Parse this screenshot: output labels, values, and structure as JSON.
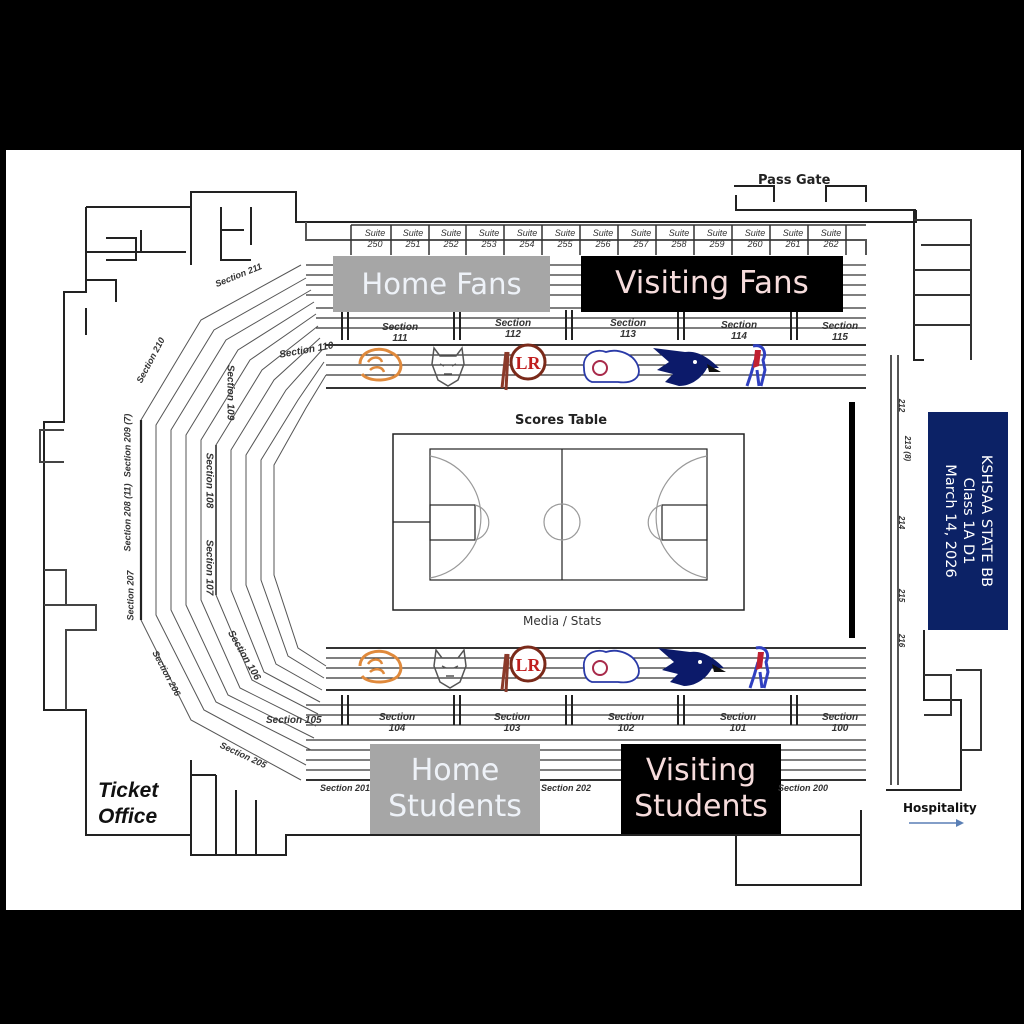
{
  "map": {
    "title": "KSHSAA STATE BB",
    "subtitle": "Class 1A D1",
    "date": "March 14, 2026",
    "banner_color": "#0c2266",
    "landmarks": {
      "pass_gate": "Pass Gate",
      "scores_table": "Scores Table",
      "media_stats": "Media / Stats",
      "ticket_office_line1": "Ticket",
      "ticket_office_line2": "Office",
      "hospitality": "Hospitality"
    },
    "zones": {
      "home_fans": "Home Fans",
      "visiting_fans": "Visiting Fans",
      "home_students_line1": "Home",
      "home_students_line2": "Students",
      "visiting_students_line1": "Visiting",
      "visiting_students_line2": "Students",
      "home_color": "#a6a6a6",
      "visiting_color": "#000000"
    },
    "suites": [
      {
        "label": "Suite",
        "num": "250"
      },
      {
        "label": "Suite",
        "num": "251"
      },
      {
        "label": "Suite",
        "num": "252"
      },
      {
        "label": "Suite",
        "num": "253"
      },
      {
        "label": "Suite",
        "num": "254"
      },
      {
        "label": "Suite",
        "num": "255"
      },
      {
        "label": "Suite",
        "num": "256"
      },
      {
        "label": "Suite",
        "num": "257"
      },
      {
        "label": "Suite",
        "num": "258"
      },
      {
        "label": "Suite",
        "num": "259"
      },
      {
        "label": "Suite",
        "num": "260"
      },
      {
        "label": "Suite",
        "num": "261"
      },
      {
        "label": "Suite",
        "num": "262"
      }
    ],
    "upper_sections_north": [
      {
        "label": "Section",
        "num": "111"
      },
      {
        "label": "Section",
        "num": "112"
      },
      {
        "label": "Section",
        "num": "113"
      },
      {
        "label": "Section",
        "num": "114"
      },
      {
        "label": "Section",
        "num": "115"
      }
    ],
    "lower_sections_south": [
      {
        "label": "Section",
        "num": "104"
      },
      {
        "label": "Section",
        "num": "103"
      },
      {
        "label": "Section",
        "num": "102"
      },
      {
        "label": "Section",
        "num": "101"
      },
      {
        "label": "Section",
        "num": "100"
      }
    ],
    "west_sections": {
      "s110": "Section 110",
      "s109": "Section 109",
      "s108": "Section 108",
      "s107": "Section 107",
      "s106": "Section 106",
      "s105": "Section 105"
    },
    "concourse_sections": {
      "s211": "Section 211",
      "s210": "Section 210",
      "s209": "Section 209",
      "s209_cap": "(7)",
      "s208": "Section 208",
      "s208_cap": "(11)",
      "s207": "Section 207",
      "s206": "Section 206",
      "s205": "Section 205",
      "s201": "Section 201",
      "s202": "Section 202",
      "s200": "Section 200"
    },
    "east_sections": [
      "212",
      "213",
      "214",
      "215",
      "216"
    ],
    "east_213_cap": "(8)",
    "team_logos": [
      {
        "name": "tiger",
        "color": "#e08a3c"
      },
      {
        "name": "wolf",
        "color": "#555555"
      },
      {
        "name": "lr-feather",
        "color": "#b01e1e",
        "text": "LR"
      },
      {
        "name": "bulldog",
        "color": "#2a3aa8"
      },
      {
        "name": "blue-bird",
        "color": "#0c1a6a"
      },
      {
        "name": "mustang",
        "color": "#3040c0"
      }
    ]
  }
}
